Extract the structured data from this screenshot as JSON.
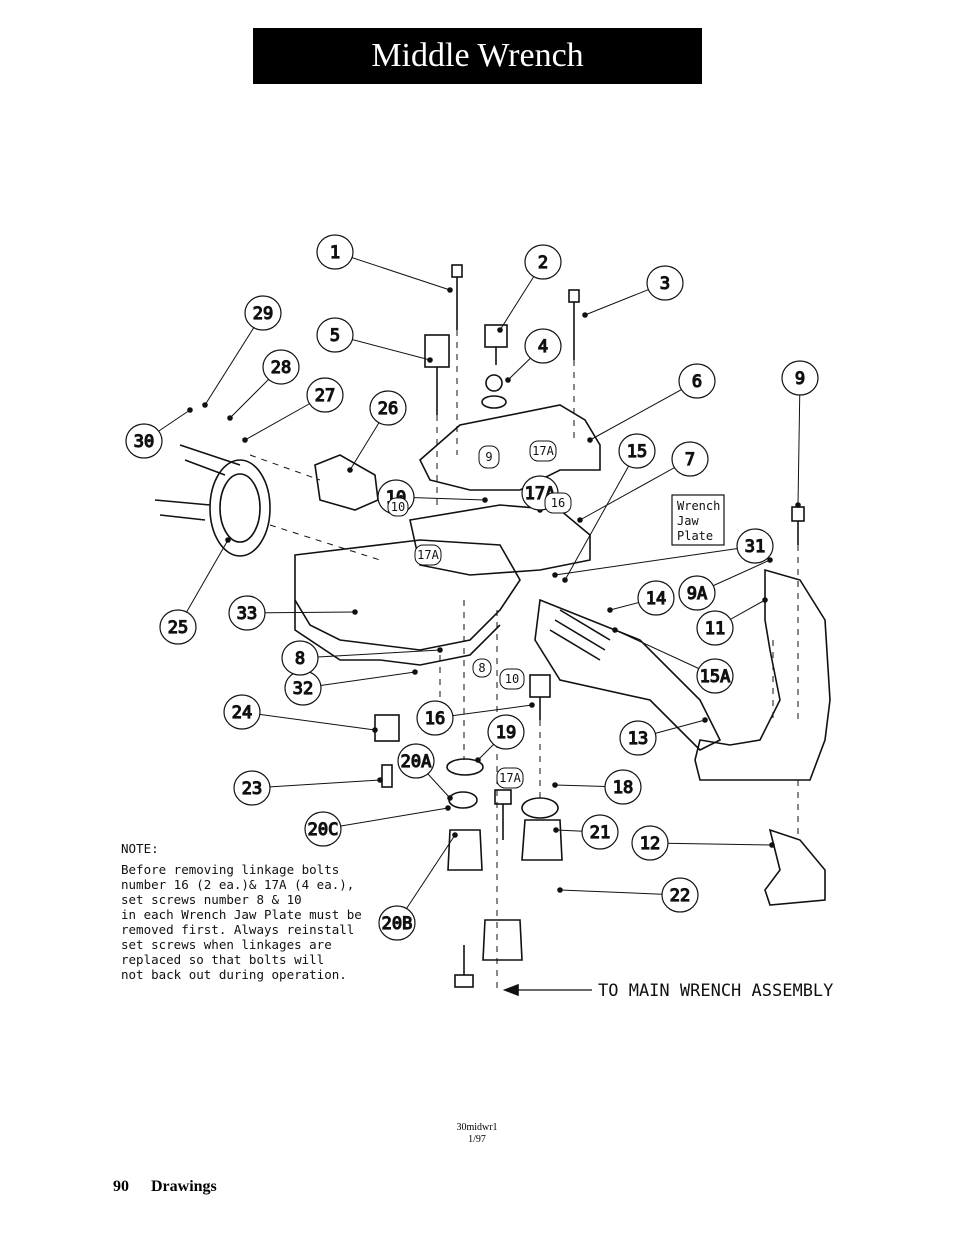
{
  "page": {
    "title": "Middle Wrench",
    "drawing_code": "30midwr1",
    "drawing_date": "1/97",
    "page_number": "90",
    "section": "Drawings"
  },
  "diagram": {
    "callouts": [
      "1",
      "2",
      "3",
      "4",
      "5",
      "6",
      "7",
      "9",
      "9A",
      "10",
      "11",
      "12",
      "13",
      "14",
      "15",
      "15A",
      "16",
      "17A",
      "18",
      "19",
      "20A",
      "20B",
      "20C",
      "21",
      "22",
      "23",
      "24",
      "25",
      "26",
      "27",
      "28",
      "29",
      "30",
      "31",
      "32",
      "33",
      "8"
    ],
    "inline_labels": [
      "9",
      "10",
      "16",
      "17A",
      "17A",
      "8",
      "10",
      "17A"
    ],
    "wrench_jaw_plate_label": [
      "Wrench",
      "Jaw",
      "Plate"
    ],
    "main_assembly_label": "TO MAIN WRENCH ASSEMBLY",
    "note_heading": "NOTE:",
    "note_lines": [
      "Before removing linkage bolts",
      "number 16 (2 ea.)& 17A (4 ea.),",
      "set screws number 8 & 10",
      "in each Wrench Jaw Plate must be",
      "removed first. Always reinstall",
      "set screws when linkages are",
      "replaced so that bolts will",
      "not back out during operation."
    ]
  }
}
